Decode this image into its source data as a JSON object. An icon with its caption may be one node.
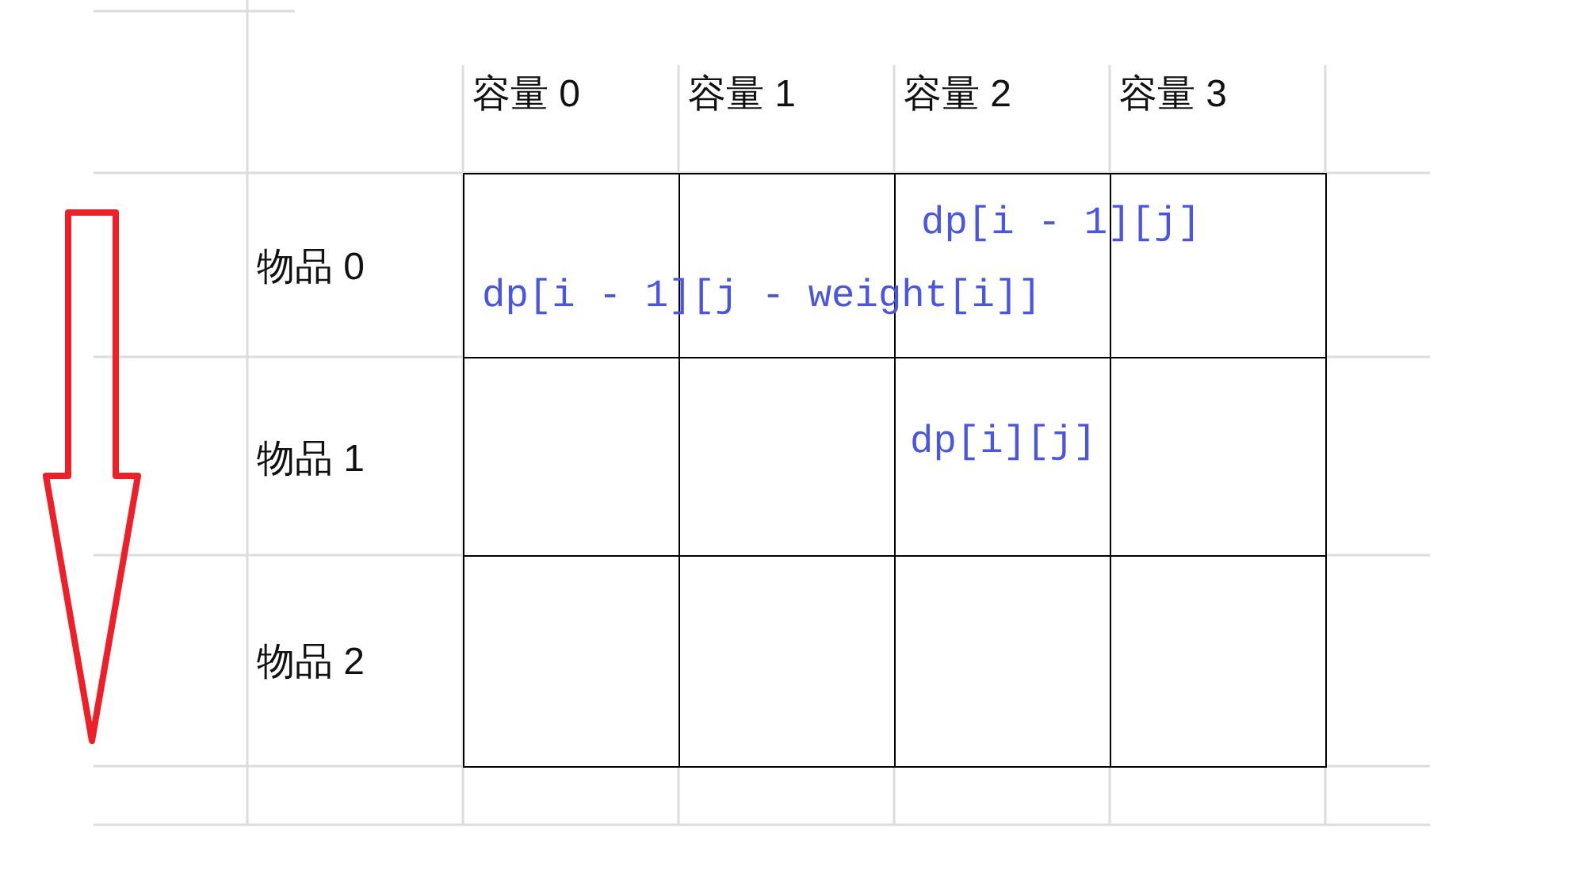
{
  "diagram": {
    "labels": [
      "容量 0",
      "容量 1",
      "容量 2",
      "容量 3",
      "物品 0",
      "dp[i - 1][j]",
      "dp[i - 1][j - weight[i]]",
      "物品 1",
      "dp[i][j]",
      "物品 2"
    ]
  }
}
